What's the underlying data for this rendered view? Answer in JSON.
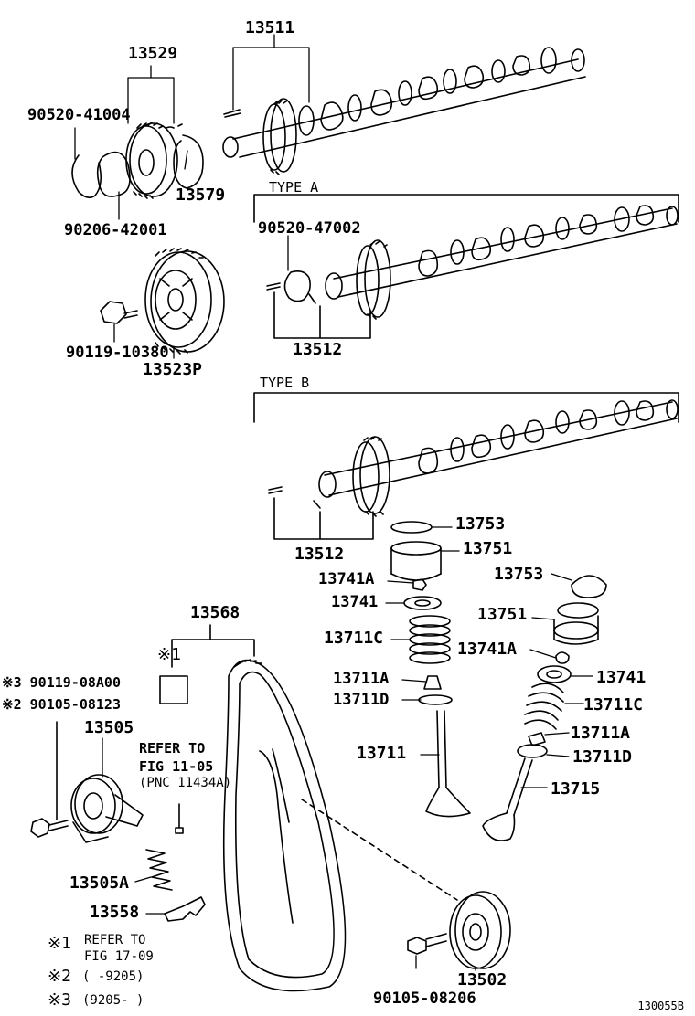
{
  "labels": {
    "p13511": "13511",
    "p13529": "13529",
    "p90520_41004": "90520-41004",
    "p13579": "13579",
    "p90206_42001": "90206-42001",
    "type_a": "TYPE  A",
    "p90520_47002": "90520-47002",
    "p90119_10380": "90119-10380",
    "p13523p": "13523P",
    "p13512_a": "13512",
    "type_b": "TYPE  B",
    "p13512_b": "13512",
    "p13753_a": "13753",
    "p13751_a": "13751",
    "p13741a_a": "13741A",
    "p13741_a": "13741",
    "p13753_b": "13753",
    "p13711c_a": "13711C",
    "p13751_b": "13751",
    "p13568": "13568",
    "p13741a_b": "13741A",
    "mark1_top": "※1",
    "p13711a_a": "13711A",
    "p13741_b": "13741",
    "p90119_08a00": "※3 90119-08A00",
    "p90105_08123": "※2 90105-08123",
    "p13711d_a": "13711D",
    "p13711c_b": "13711C",
    "p13505": "13505",
    "p13711a_b": "13711A",
    "refer_line1": "REFER TO",
    "refer_line2": "FIG 11-05",
    "refer_line3": "(PNC 11434A)",
    "p13711_a": "13711",
    "p13711d_b": "13711D",
    "p13715": "13715",
    "p13505a": "13505A",
    "p13558": "13558",
    "note1_mark": "※1",
    "note1_text_a": "REFER TO",
    "note1_text_b": "FIG 17-09",
    "note2_mark": "※2",
    "note2_text": "(    -9205)",
    "note3_mark": "※3",
    "note3_text": "(9205-      )",
    "p13502": "13502",
    "p90105_08206": "90105-08206",
    "sheet_id": "130055B"
  }
}
